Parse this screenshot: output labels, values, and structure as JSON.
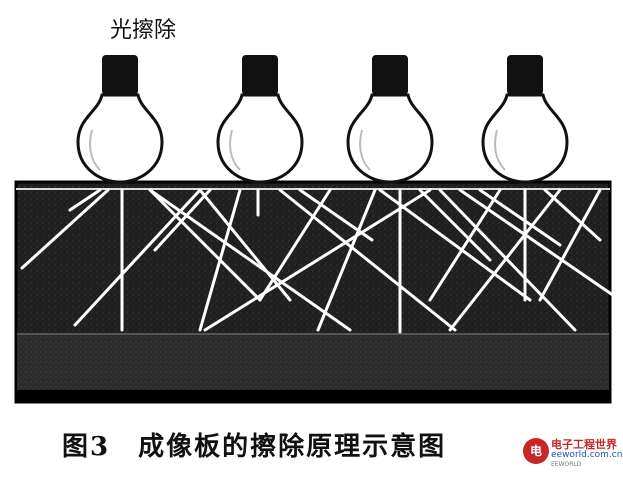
{
  "diagram": {
    "top_label": "光擦除",
    "caption_fig": "图3",
    "caption_text": "成像板的擦除原理示意图"
  },
  "watermark": {
    "logo_text": "电",
    "title": "电子工程世界",
    "site": "eeworld.com.cn",
    "sub": "EEWORLD"
  },
  "colors": {
    "plate": "#1e1e1e",
    "plate_base": "#2e2e2e",
    "bulb_fill": "#ffffff",
    "socket": "#111111",
    "ray": "#ffffff"
  }
}
